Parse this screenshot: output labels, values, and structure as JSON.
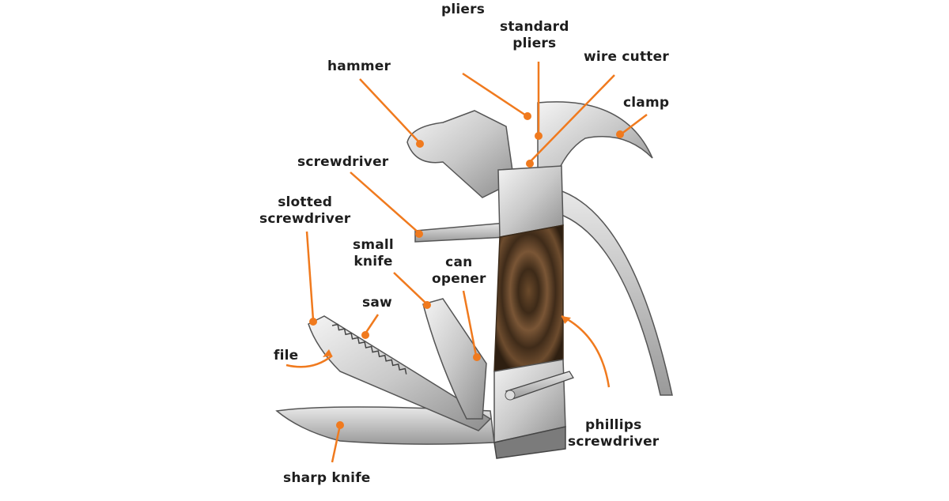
{
  "diagram": {
    "title": "Multi-tool hammer parts",
    "accent_color": "#f07a1e",
    "labels": {
      "pliers": [
        "pliers"
      ],
      "standard_pliers": [
        "standard",
        "pliers"
      ],
      "wire_cutter": [
        "wire cutter"
      ],
      "hammer": [
        "hammer"
      ],
      "clamp": [
        "clamp"
      ],
      "screwdriver": [
        "screwdriver"
      ],
      "slotted_screwdriver": [
        "slotted",
        "screwdriver"
      ],
      "small_knife": [
        "small",
        "knife"
      ],
      "can_opener": [
        "can",
        "opener"
      ],
      "saw": [
        "saw"
      ],
      "file": [
        "file"
      ],
      "phillips_screwdriver": [
        "phillips",
        "screwdriver"
      ],
      "sharp_knife": [
        "sharp knife"
      ]
    }
  }
}
